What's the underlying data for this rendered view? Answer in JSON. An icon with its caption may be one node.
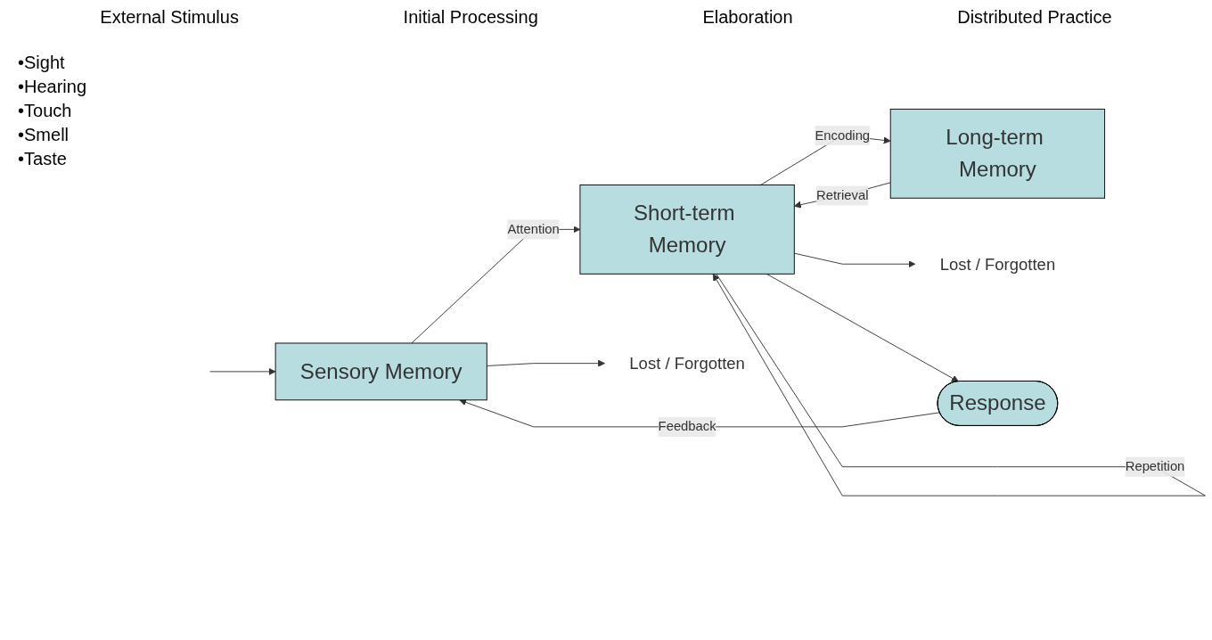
{
  "diagram": {
    "nodes": [
      {
        "text": [
          "Sensory Memory"
        ]
      },
      {
        "text": [
          "Short-term Memory"
        ]
      },
      {
        "text": [
          "Long-term Memory"
        ]
      },
      {
        "text": [
          "Lost / Forgotten"
        ]
      },
      {
        "text": [
          "Lost / Forgotten"
        ]
      },
      {
        "text": [
          "Response"
        ]
      }
    ],
    "edges": [
      {
        "from": null,
        "to": 0,
        "arrow": "to"
      },
      {
        "from": 0,
        "to": 1,
        "arrow": "to",
        "label": "Attention"
      },
      {
        "from": 1,
        "to": 2,
        "arrow": "to",
        "label": "Encoding"
      },
      {
        "from": 2,
        "to": 1,
        "arrow": "to",
        "label": "Retrieval"
      },
      {
        "from": 0,
        "to": 3,
        "arrow": "to"
      },
      {
        "from": 1,
        "to": 1,
        "arrow": "to",
        "label": "Repetition"
      },
      {
        "from": 1,
        "to": 4,
        "arrow": "to"
      },
      {
        "from": 1,
        "to": 5,
        "arrow": "to"
      },
      {
        "from": 5,
        "to": 0,
        "arrow": "to",
        "label": "Feedback"
      }
    ],
    "labels": [
      "External Stimulus",
      "Initial Processing",
      "Elaboration",
      "Distributed Practice",
      "•Sight",
      "•Hearing",
      "•Touch",
      "•Smell",
      "•Taste"
    ]
  }
}
